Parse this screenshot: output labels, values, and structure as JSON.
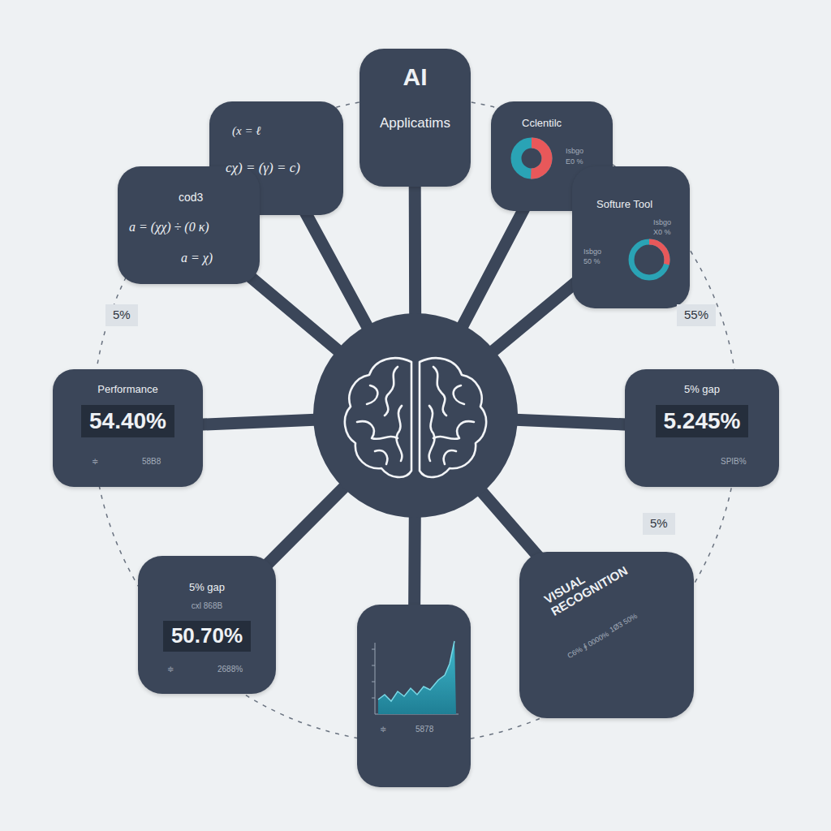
{
  "diagram": {
    "nodes": [
      {
        "text": [
          "AI",
          "Applicatims"
        ]
      },
      {
        "text": [
          "(x = ℓ",
          "cχ) = (γ) = c)"
        ]
      },
      {
        "text": [
          "Cclentilc",
          "Isbgo",
          "E0 %"
        ]
      },
      {
        "text": [
          "cod3",
          "a = (χχ) ÷ (0 κ)",
          "a = χ)"
        ]
      },
      {
        "text": [
          "Softure Tool",
          "Isbgo",
          "X0 %",
          "Isbgo",
          "50 %"
        ]
      },
      {
        "text": [
          "Performance",
          "54.40%",
          "≑",
          "58B8"
        ]
      },
      {
        "text": [
          "5% gap",
          "5.245%",
          "SPIB%"
        ]
      },
      {
        "text": [
          "5% gap",
          "cxl 868B",
          "50.70%",
          "≑",
          "2688%"
        ]
      },
      {
        "text": [
          "VISUAL RECOGNITION",
          "1Ø3 50%",
          "C6% ∮ 0000%"
        ]
      },
      {
        "text": [
          "≑",
          "5878"
        ]
      }
    ],
    "labels": [
      "5%",
      "55%",
      "5%"
    ]
  }
}
